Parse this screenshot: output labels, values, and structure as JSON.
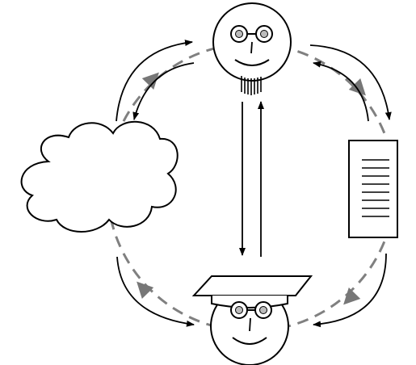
{
  "diagram": {
    "type": "knowledge-cycle",
    "nodes": [
      {
        "id": "teacher",
        "icon": "bearded-face-with-glasses-icon"
      },
      {
        "id": "document",
        "icon": "document-icon"
      },
      {
        "id": "student",
        "icon": "graduate-face-with-glasses-icon"
      },
      {
        "id": "cloud",
        "icon": "cloud-icon"
      }
    ],
    "edges": [
      {
        "from": "teacher",
        "to": "document",
        "style": "solid"
      },
      {
        "from": "document",
        "to": "student",
        "style": "solid"
      },
      {
        "from": "student",
        "to": "cloud",
        "style": "solid"
      },
      {
        "from": "cloud",
        "to": "teacher",
        "style": "solid"
      },
      {
        "from": "teacher",
        "to": "student",
        "style": "solid"
      },
      {
        "from": "student",
        "to": "teacher",
        "style": "solid"
      }
    ],
    "dashed_cycle": {
      "direction": "clockwise",
      "color": "#808080"
    },
    "colors": {
      "stroke": "#000000",
      "dashed": "#808080",
      "arrow_fill": "#777777",
      "eye_fill": "#bbbbbb",
      "background": "#ffffff"
    }
  }
}
